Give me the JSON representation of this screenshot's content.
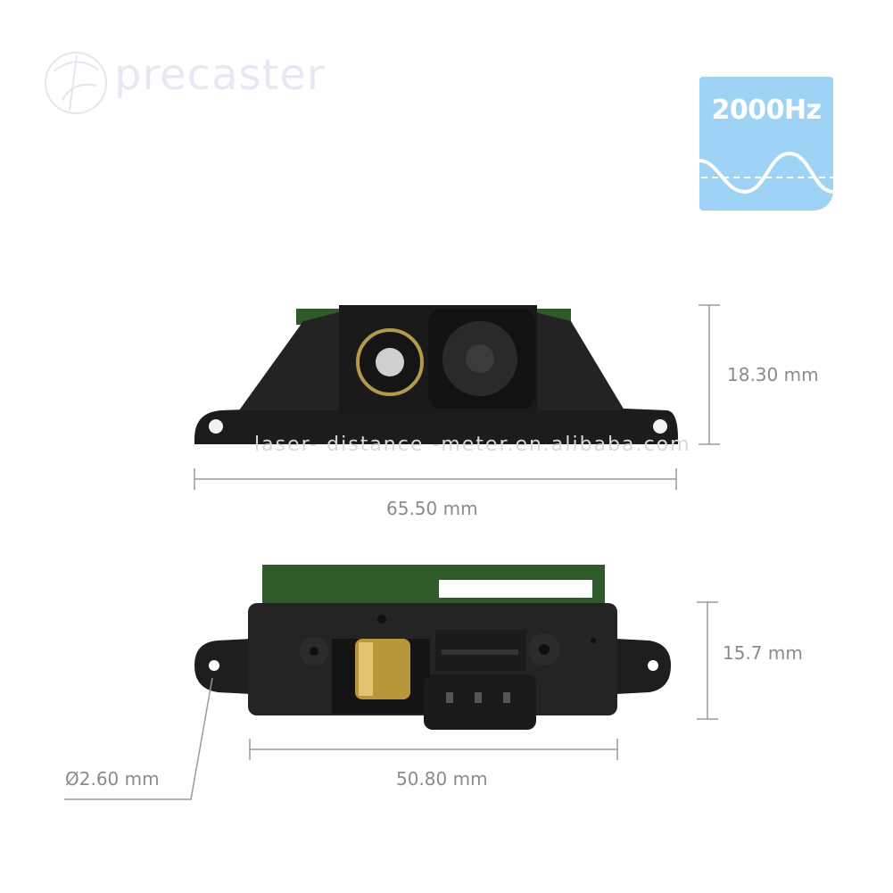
{
  "brand": {
    "name": "precaster"
  },
  "badge": {
    "label": "2000Hz",
    "color": "#9fd3f5"
  },
  "watermark": {
    "text": "laser- distance -meter.en.alibaba.com"
  },
  "dimensions": {
    "top_height": "18.30 mm",
    "top_width": "65.50 mm",
    "bottom_height": "15.7 mm",
    "bottom_width": "50.80 mm",
    "hole_diameter": "Ø2.60 mm"
  }
}
